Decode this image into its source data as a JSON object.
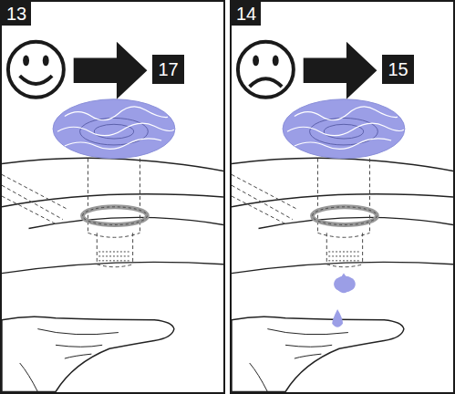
{
  "diagram": {
    "labels": [
      "13",
      "17",
      "14",
      "15"
    ]
  }
}
